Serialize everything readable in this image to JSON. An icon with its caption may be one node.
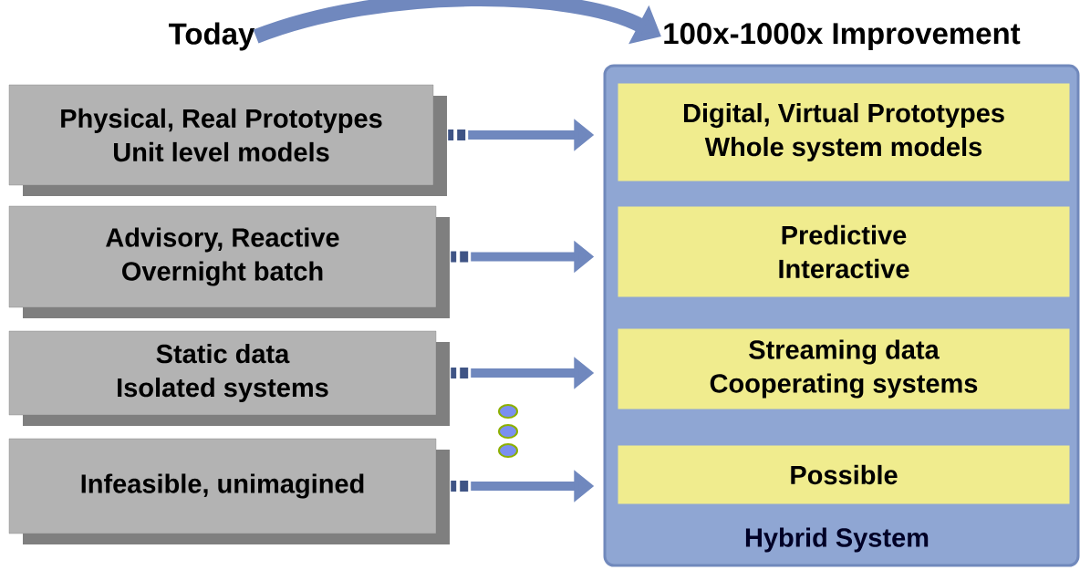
{
  "diagram": {
    "nodes": [
      {
        "text": [
          "Today"
        ]
      },
      {
        "text": [
          "Physical, Real Prototypes",
          "Unit level models"
        ]
      },
      {
        "text": [
          "Advisory, Reactive",
          "Overnight batch"
        ]
      },
      {
        "text": [
          "Static data",
          "Isolated systems"
        ]
      },
      {
        "text": [
          "Infeasible, unimagined"
        ]
      },
      {
        "text": [
          "100x-1000x Improvement",
          "Hybrid System"
        ]
      },
      {
        "text": [
          "Digital, Virtual Prototypes",
          "Whole system models"
        ],
        "in": 5
      },
      {
        "text": [
          "Predictive",
          "Interactive"
        ],
        "in": 5
      },
      {
        "text": [
          "Streaming data",
          "Cooperating systems"
        ],
        "in": 5
      },
      {
        "text": [
          "Possible"
        ],
        "in": 5
      }
    ],
    "edges": [
      {
        "from": 0,
        "to": 5,
        "arrow": "to"
      },
      {
        "from": 1,
        "to": 6,
        "arrow": "to"
      },
      {
        "from": 2,
        "to": 7,
        "arrow": "to"
      },
      {
        "from": 3,
        "to": 8,
        "arrow": "to"
      },
      {
        "from": 4,
        "to": 9,
        "arrow": "to"
      }
    ]
  }
}
